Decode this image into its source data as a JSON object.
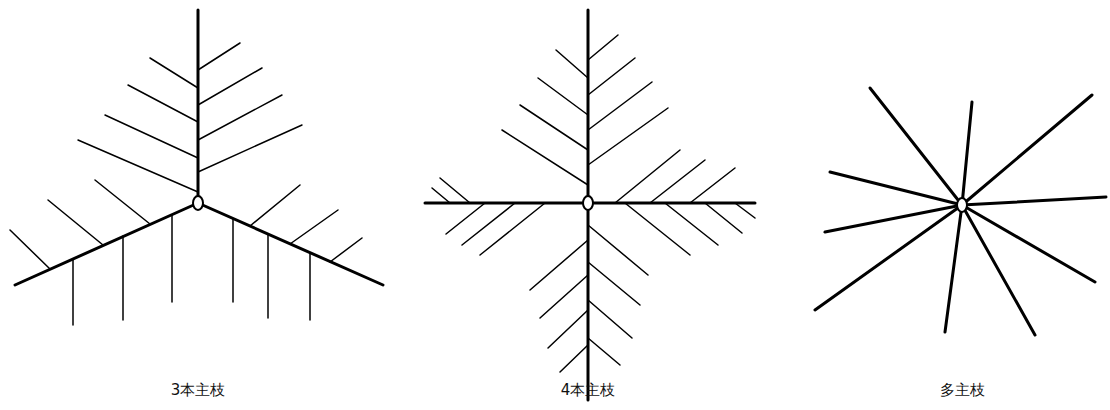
{
  "diagram": {
    "labels": [
      "3本主枝",
      "4本主枝",
      "多主枝"
    ]
  }
}
